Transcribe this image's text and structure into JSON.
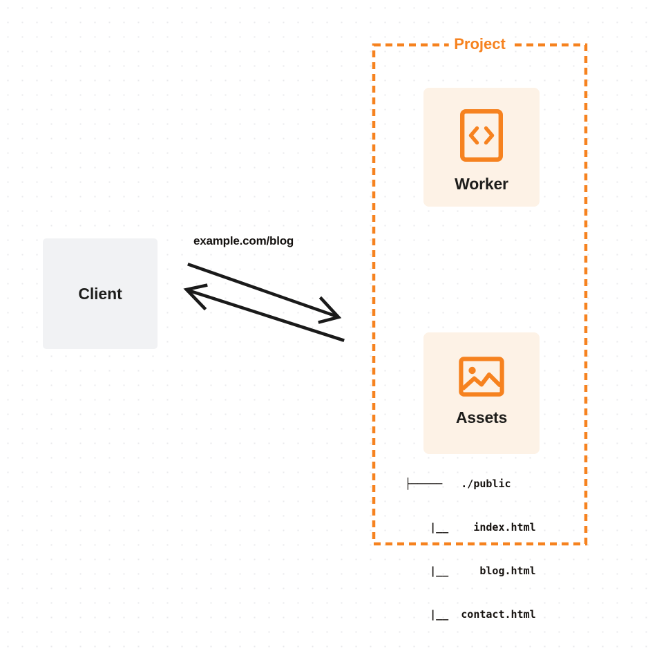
{
  "diagram": {
    "title": "Cloudflare Worker with static assets request flow",
    "background": {
      "color": "#ffffff",
      "dot_color": "#e9eaec",
      "grid_pitch": 21
    },
    "colors": {
      "accent_orange": "#f6821f",
      "card_bg": "#fdf2e6",
      "client_bg": "#f1f2f4",
      "text_dark": "#1d1d1b",
      "arrow": "#1a1a1a"
    },
    "client": {
      "label": "Client"
    },
    "connection": {
      "label": "example.com/blog",
      "request_direction": "client-to-project",
      "response_direction": "project-to-client"
    },
    "project": {
      "title": "Project",
      "border_style": "dashed",
      "nodes": [
        {
          "id": "worker",
          "label": "Worker",
          "icon": "code-brackets-icon"
        },
        {
          "id": "assets",
          "label": "Assets",
          "icon": "image-icon"
        }
      ]
    },
    "file_tree": {
      "lines": [
        "├─────   ./public",
        "    |__    index.html",
        "    |__     blog.html",
        "    |__  contact.html"
      ]
    }
  }
}
